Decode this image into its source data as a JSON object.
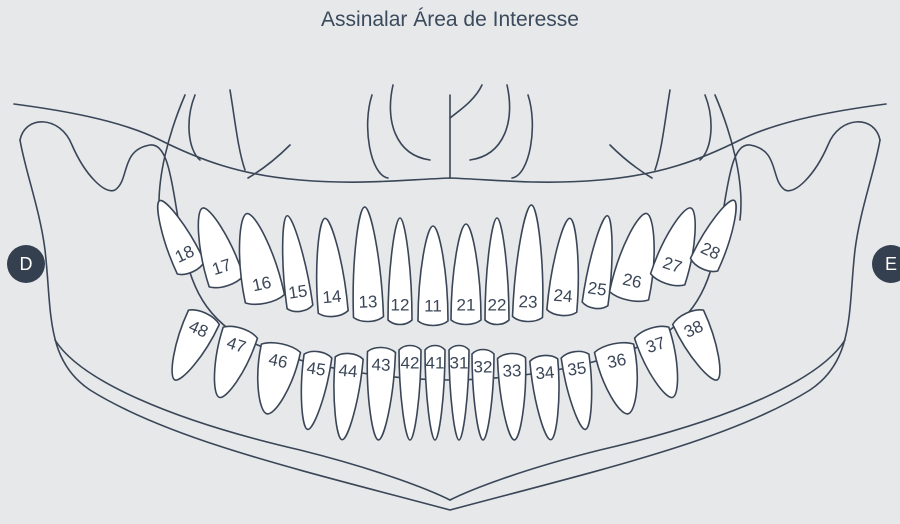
{
  "title": "Assinalar Área de Interesse",
  "side_right_label": "D",
  "side_left_label": "E",
  "upper_teeth": [
    "18",
    "17",
    "16",
    "15",
    "14",
    "13",
    "12",
    "11",
    "21",
    "22",
    "23",
    "24",
    "25",
    "26",
    "27",
    "28"
  ],
  "lower_teeth": [
    "48",
    "47",
    "46",
    "45",
    "44",
    "43",
    "42",
    "41",
    "31",
    "32",
    "33",
    "34",
    "35",
    "36",
    "37",
    "38"
  ],
  "colors": {
    "background": "#e6e8ea",
    "line": "#3a4657",
    "button": "#34404f",
    "tooth_fill": "#ffffff"
  }
}
